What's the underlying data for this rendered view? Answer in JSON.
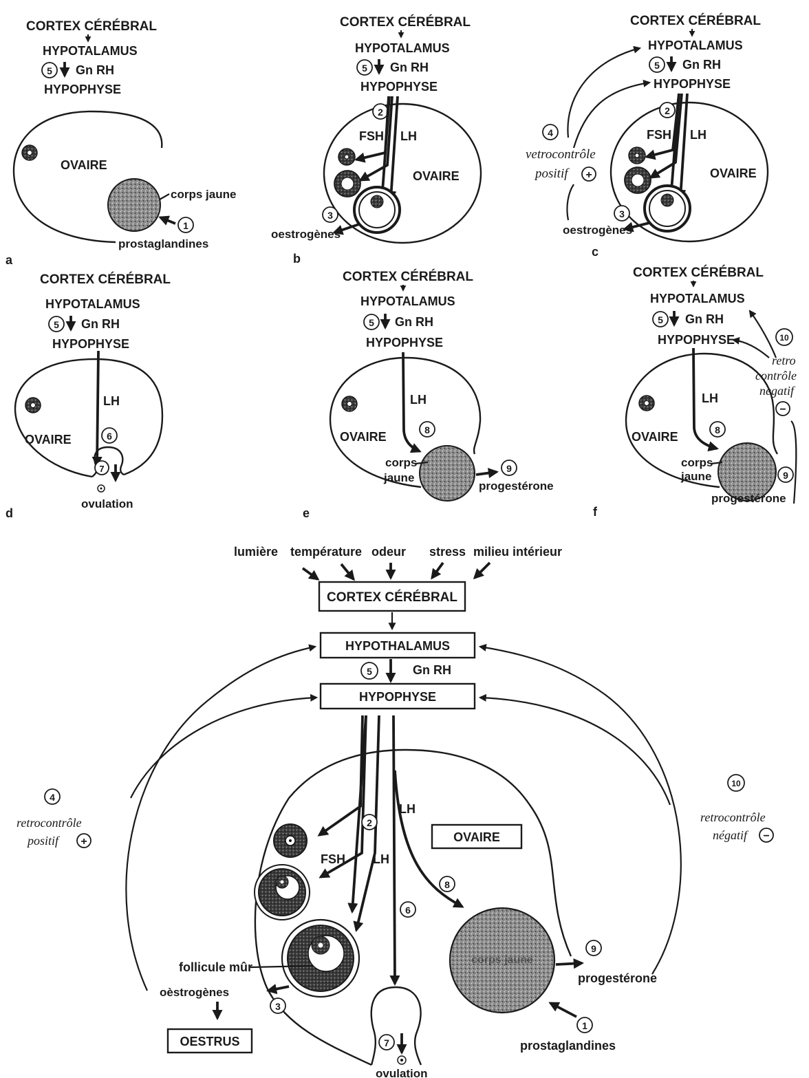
{
  "labels": {
    "cortex": "CORTEX CÉRÉBRAL",
    "hypotalamus": "HYPOTALAMUS",
    "hypothalamus_box": "HYPOTHALAMUS",
    "hypophyse": "HYPOPHYSE",
    "gnrh": "Gn RH",
    "ovaire": "OVAIRE",
    "fsh": "FSH",
    "lh": "LH",
    "corps_jaune": "corps jaune",
    "corps": "corps",
    "jaune": "jaune",
    "prostaglandines": "prostaglandines",
    "oestrogenes": "oestrogènes",
    "oestrogenes_accent": "oèstrogènes",
    "progesterone": "progestérone",
    "ovulation": "ovulation",
    "follicule_mur": "follicule mûr",
    "oestrus": "OESTRUS",
    "retro_positif_c1": "vetrocontrôle",
    "retro_positif_c2": "positif",
    "retro_negatif_f1": "retro",
    "retro_negatif_f2": "contrôle",
    "retro_negatif_f3": "negatif",
    "retro_positif_main1": "retrocontrôle",
    "retro_positif_main2": "positif",
    "retro_negatif_main1": "retrocontrôle",
    "retro_negatif_main2": "négatif"
  },
  "panel_letters": [
    "a",
    "b",
    "c",
    "d",
    "e",
    "f"
  ],
  "numbers": [
    "1",
    "2",
    "3",
    "4",
    "5",
    "6",
    "7",
    "8",
    "9",
    "10"
  ],
  "stimuli": [
    "lumière",
    "température",
    "odeur",
    "stress",
    "milieu intérieur"
  ],
  "signs": {
    "plus": "+",
    "minus": "−"
  }
}
